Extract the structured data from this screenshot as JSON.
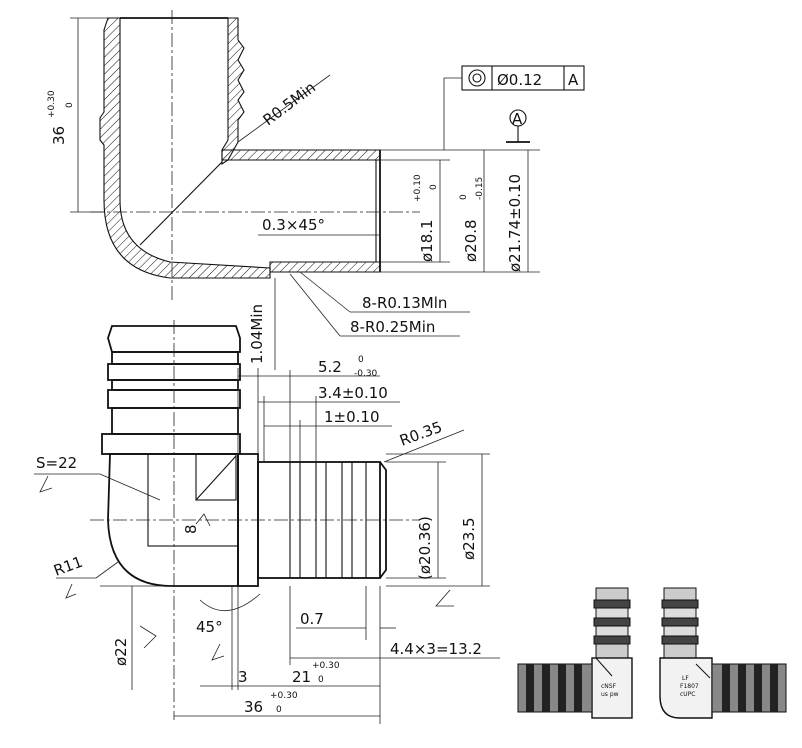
{
  "section_view": {
    "height_dim": "36",
    "height_tol_upper": "+0.30",
    "height_tol_lower": "0",
    "radius_note": "R0.5Min",
    "chamfer_note": "0.3×45°",
    "bore_dim": "ø18.1",
    "bore_tol_upper": "+0.10",
    "bore_tol_lower": "0",
    "outer_dim": "ø20.8",
    "outer_tol_upper": "0",
    "outer_tol_lower": "-0.15",
    "barb_dim": "ø21.74±0.10",
    "wall_note": "1.04Min",
    "groove_note_1": "8-R0.13Mln",
    "groove_note_2": "8-R0.25Min",
    "datum_label": "A",
    "tolerance_frame": {
      "symbol": "concentricity",
      "value": "Ø0.12",
      "datum": "A"
    }
  },
  "elevation_view": {
    "dim_5_2": "5.2",
    "dim_5_2_tol_upper": "0",
    "dim_5_2_tol_lower": "-0.30",
    "dim_3_4": "3.4±0.10",
    "dim_1": "1±0.10",
    "radius_035": "R0.35",
    "hex_note": "S=22",
    "radius_11": "R11",
    "dim_8": "8",
    "dim_20_36": "(ø20.36)",
    "dim_23_5": "ø23.5",
    "dim_22": "ø22",
    "angle_45": "45°",
    "dim_0_7": "0.7",
    "dim_pitch": "4.4×3=13.2",
    "dim_3": "3",
    "dim_21": "21",
    "dim_21_tol_upper": "+0.30",
    "dim_21_tol_lower": "0",
    "dim_36b": "36",
    "dim_36b_tol_upper": "+0.30",
    "dim_36b_tol_lower": "0"
  },
  "photo_views": {
    "left_marking_1": "cNSF",
    "left_marking_2": "us pw",
    "right_marking_1": "LF",
    "right_marking_2": "F1807",
    "right_marking_3": "cUPC"
  },
  "colors": {
    "line": "#111111",
    "background": "#ffffff"
  }
}
